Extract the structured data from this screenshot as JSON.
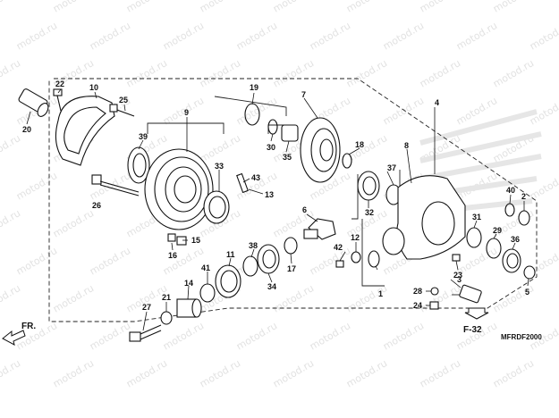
{
  "watermark": "motod.ru",
  "diagram_code": "MFRDF2000",
  "direction_label": "FR.",
  "reference_label": "F-32",
  "callouts": [
    "1",
    "2",
    "3",
    "4",
    "5",
    "6",
    "7",
    "8",
    "9",
    "10",
    "11",
    "12",
    "13",
    "14",
    "15",
    "16",
    "17",
    "18",
    "19",
    "20",
    "21",
    "22",
    "23",
    "24",
    "25",
    "26",
    "27",
    "28",
    "29",
    "30",
    "31",
    "32",
    "33",
    "34",
    "35",
    "36",
    "37",
    "38",
    "39",
    "40",
    "41",
    "42",
    "43"
  ]
}
